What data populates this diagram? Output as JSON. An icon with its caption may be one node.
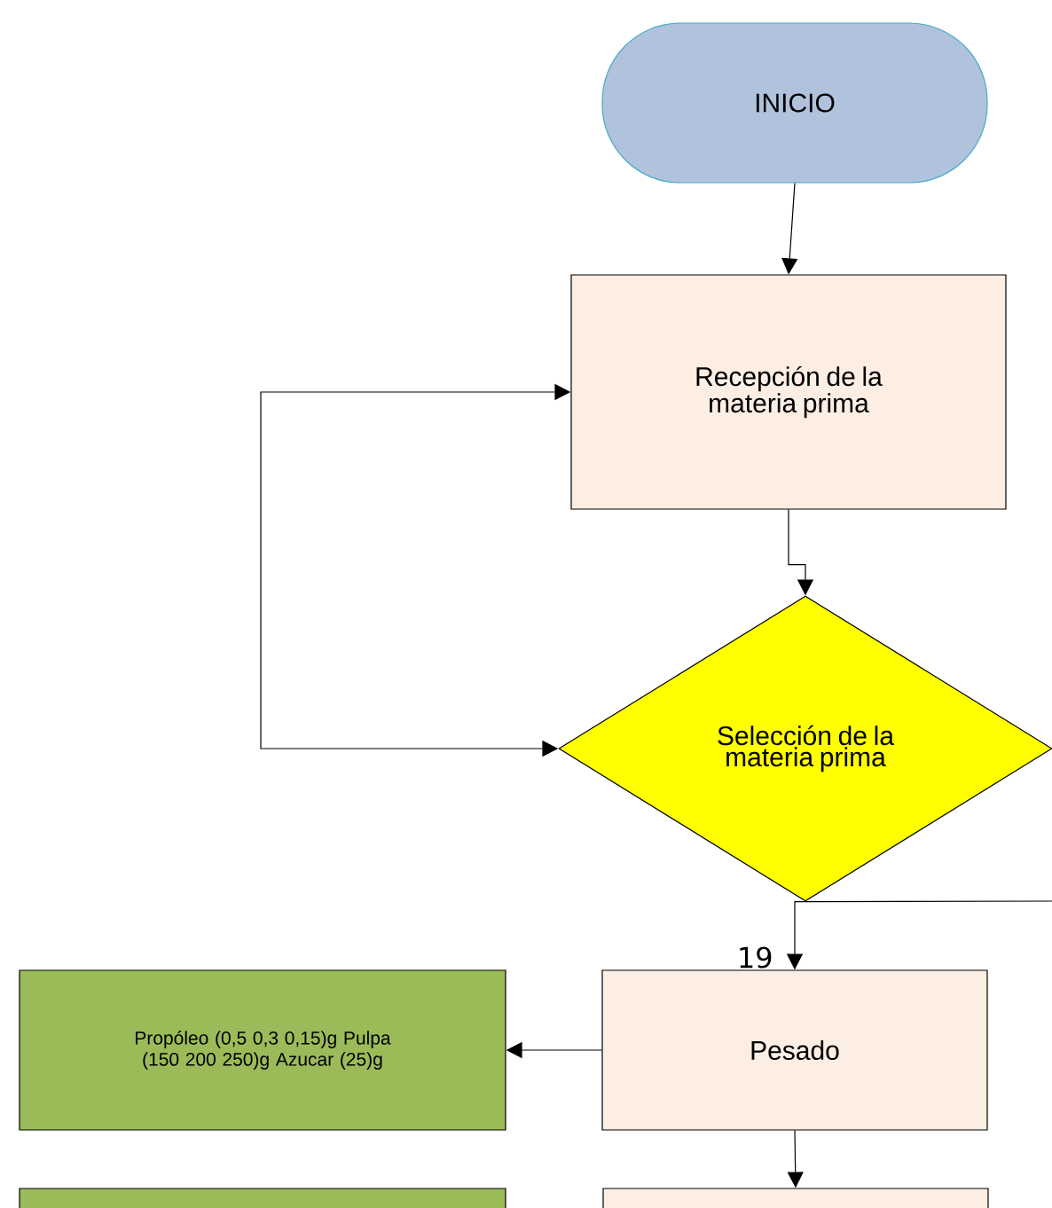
{
  "diagram": {
    "nodes": [
      {
        "text": [
          "INICIO"
        ]
      },
      {
        "text": [
          "Recepción de la materia prima"
        ]
      },
      {
        "text": [
          "Selección de la materia prima"
        ]
      },
      {
        "text": [
          "Pesado"
        ]
      },
      {
        "text": [
          "Propóleo (0,5 0,3 0,15)g Pulpa (150 200 250)g Azucar (25)g"
        ]
      },
      {
        "text": [],
        "shape": "box"
      },
      {
        "text": [],
        "shape": "box"
      }
    ],
    "edges": [
      {
        "from": 0,
        "to": 1,
        "arrow": "to"
      },
      {
        "from": 1,
        "to": 2,
        "arrow": "to"
      },
      {
        "from": 2,
        "to": 1,
        "arrow": "both"
      },
      {
        "from": 2,
        "to": null,
        "arrow": "none"
      },
      {
        "from": 2,
        "to": 3,
        "arrow": "to"
      },
      {
        "from": 3,
        "to": 4,
        "arrow": "to"
      },
      {
        "from": 3,
        "to": 6,
        "arrow": "to"
      }
    ],
    "labels": [
      "19"
    ]
  }
}
